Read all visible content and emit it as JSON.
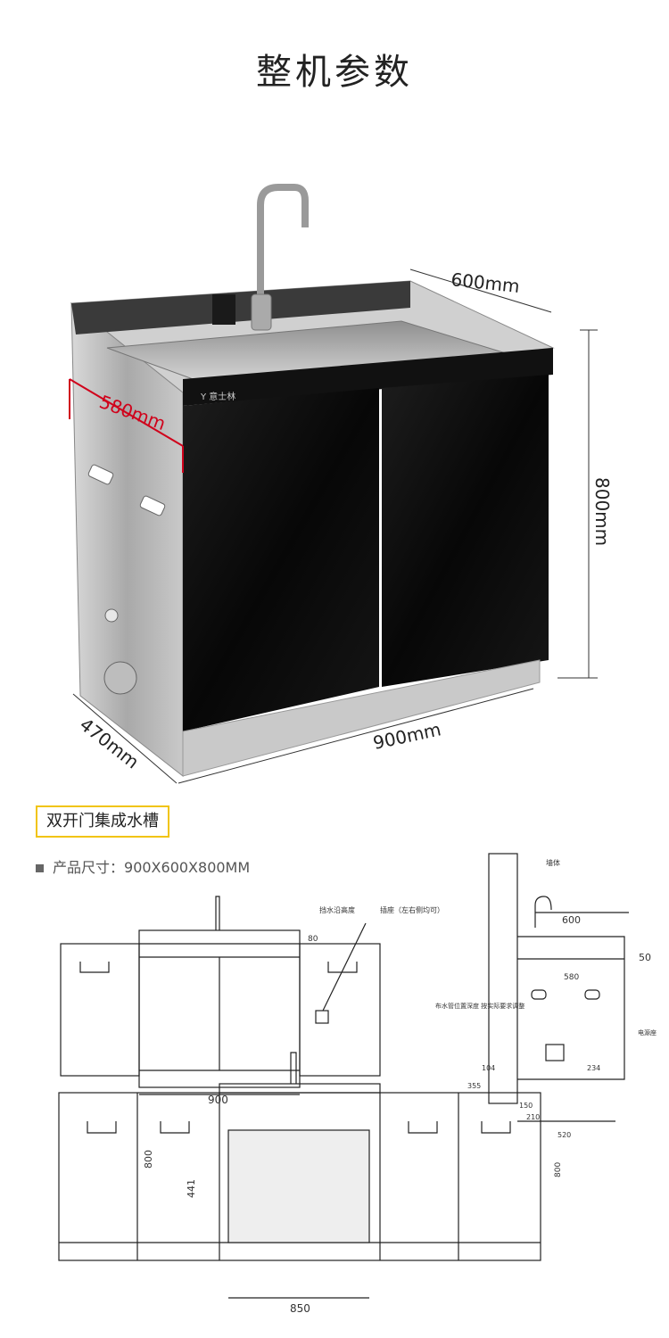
{
  "page": {
    "title": "整机参数"
  },
  "product_dims": {
    "width": "900mm",
    "depth": "600mm",
    "height": "800mm",
    "side_depth": "470mm",
    "inner_depth": "580mm"
  },
  "brand_logo_text": "Y 意士林",
  "product_label": "双开门集成水槽",
  "spec": {
    "label": "产品尺寸：",
    "value": "900X600X800MM"
  },
  "drawing_front": {
    "note_rim": "挡水沿高度",
    "note_socket": "插座（左右侧均可）",
    "dim_rim": "80",
    "dim_width": "900"
  },
  "drawing_side": {
    "note_wall": "墙体",
    "note_pipe": "布水管位置深度\n按实际要求调整",
    "note_power": "电源座",
    "dim_top": "600",
    "dim_rim": "50",
    "dim_inner": "580",
    "dim_355": "355",
    "dim_104": "104",
    "dim_234": "234",
    "dim_150": "150",
    "dim_210": "210",
    "dim_520": "520"
  },
  "drawing_bottom": {
    "dim_height_left": "800",
    "dim_inner": "441",
    "dim_width": "850",
    "dim_height_right": "800"
  },
  "colors": {
    "door": "#0b0b0b",
    "steel": "#b8b8b8",
    "dim_red": "#d0021b",
    "label_border": "#f1c40f"
  }
}
